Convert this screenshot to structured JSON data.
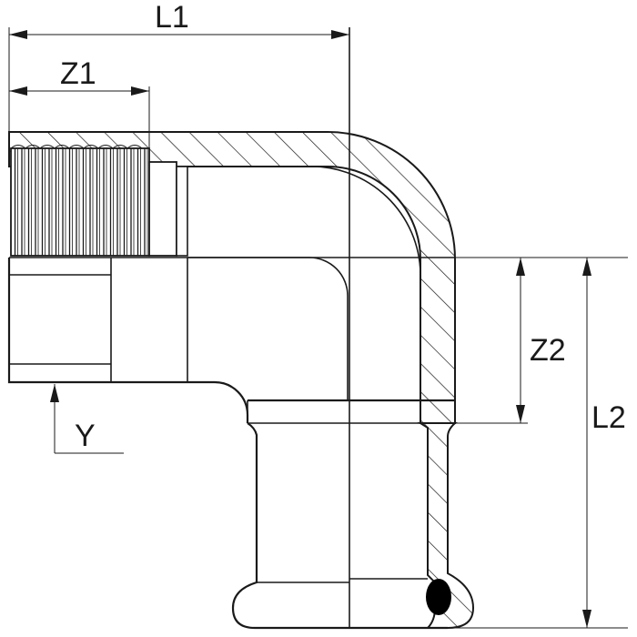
{
  "labels": {
    "l1": "L1",
    "z1": "Z1",
    "z2": "Z2",
    "l2": "L2",
    "y": "Y"
  },
  "colors": {
    "ink": "#1a1a1a",
    "background": "#ffffff",
    "seal": "#000000"
  }
}
